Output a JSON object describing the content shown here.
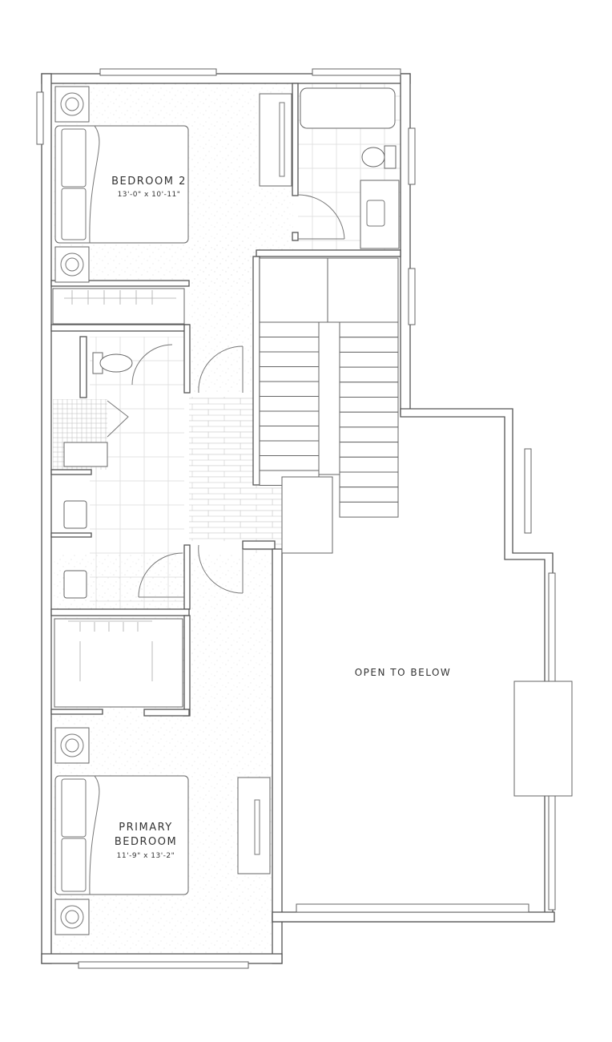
{
  "rooms": {
    "bedroom2": {
      "name": "BEDROOM 2",
      "dimensions": "13'-0\" x 10'-11\""
    },
    "primary": {
      "name_line1": "PRIMARY",
      "name_line2": "BEDROOM",
      "dimensions": "11'-9\" x 13'-2\""
    },
    "open": {
      "name": "OPEN TO BELOW"
    }
  },
  "colors": {
    "wall": "#555555",
    "floor_speckle": "#d8d8d8"
  }
}
